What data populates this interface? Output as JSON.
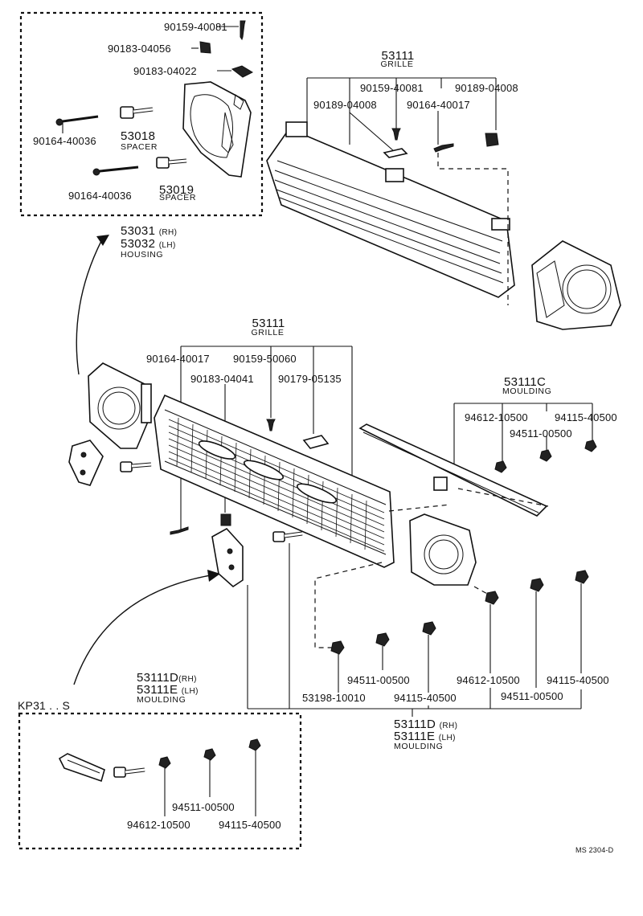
{
  "top_box": {
    "labels": {
      "screw_top": "90159-40081",
      "clip_1": "90183-04056",
      "clip_2": "90183-04022",
      "screw_left_1": "90164-40036",
      "spacer_1_num": "53018",
      "spacer_1_name": "SPACER",
      "screw_left_2": "90164-40036",
      "spacer_2_num": "53019",
      "spacer_2_name": "SPACER"
    }
  },
  "housing": {
    "num_rh": "53031",
    "sfx_rh": "(RH)",
    "num_lh": "53032",
    "sfx_lh": "(LH)",
    "name": "HOUSING"
  },
  "grille_top": {
    "num": "53111",
    "name": "GRILLE",
    "labels": {
      "p1": "90159-40081",
      "p2": "90189-04008",
      "p3": "90189-04008",
      "p4": "90164-40017"
    }
  },
  "grille_mid": {
    "num": "53111",
    "name": "GRILLE",
    "labels": {
      "p1": "90164-40017",
      "p2": "90159-50060",
      "p3": "90183-04041",
      "p4": "90179-05135"
    }
  },
  "moulding_c": {
    "num": "53111C",
    "name": "MOULDING",
    "labels": {
      "p1": "94612-10500",
      "p2": "94115-40500",
      "p3": "94511-00500"
    }
  },
  "lower_right": {
    "labels": {
      "p1": "94511-00500",
      "p2": "53198-10010",
      "p3": "94115-40500",
      "p4": "94612-10500",
      "p5": "94115-40500",
      "p6": "94511-00500"
    },
    "moulding_num_rh": "53111D",
    "moulding_sfx_rh": "(RH)",
    "moulding_num_lh": "53111E",
    "moulding_sfx_lh": "(LH)",
    "moulding_name": "MOULDING"
  },
  "lower_left_moulding": {
    "num_rh": "53111D",
    "sfx_rh": "(RH)",
    "num_lh": "53111E",
    "sfx_lh": "(LH)",
    "name": "MOULDING"
  },
  "kp_box": {
    "title": "KP31 . . S",
    "labels": {
      "p1": "94511-00500",
      "p2": "94612-10500",
      "p3": "94115-40500"
    }
  },
  "footer_code": "MS 2304-D"
}
